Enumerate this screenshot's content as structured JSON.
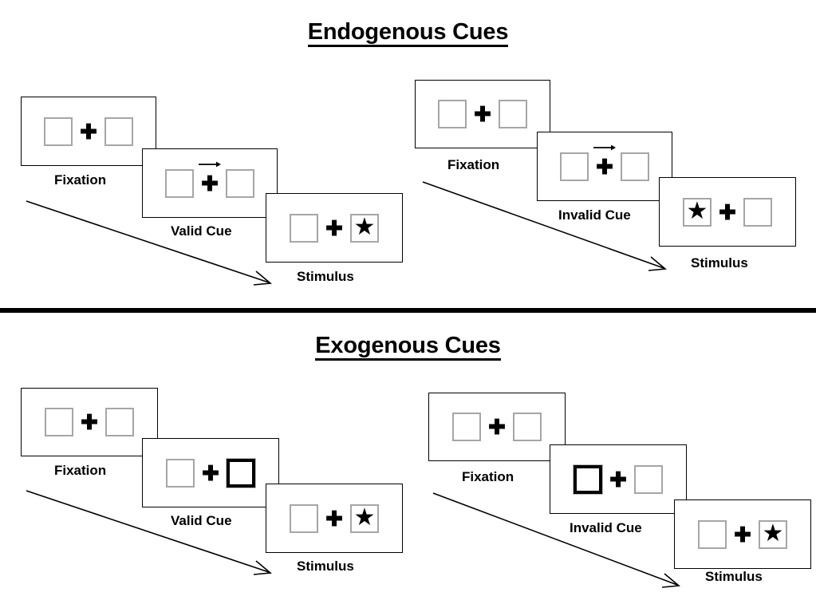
{
  "figure": {
    "sections": [
      {
        "id": "endogenous",
        "title": "Endogenous Cues",
        "flows": [
          {
            "id": "endogenous-valid",
            "steps": [
              {
                "caption": "Fixation",
                "left_square": {
                  "content": "",
                  "cued": false
                },
                "right_square": {
                  "content": "",
                  "cued": false
                },
                "cross": "✚",
                "cue_arrow": "none"
              },
              {
                "caption": "Valid Cue",
                "left_square": {
                  "content": "",
                  "cued": false
                },
                "right_square": {
                  "content": "",
                  "cued": false
                },
                "cross": "✚",
                "cue_arrow": "right"
              },
              {
                "caption": "Stimulus",
                "left_square": {
                  "content": "",
                  "cued": false
                },
                "right_square": {
                  "content": "★",
                  "cued": false
                },
                "cross": "✚",
                "cue_arrow": "none"
              }
            ]
          },
          {
            "id": "endogenous-invalid",
            "steps": [
              {
                "caption": "Fixation",
                "left_square": {
                  "content": "",
                  "cued": false
                },
                "right_square": {
                  "content": "",
                  "cued": false
                },
                "cross": "✚",
                "cue_arrow": "none"
              },
              {
                "caption": "Invalid Cue",
                "left_square": {
                  "content": "",
                  "cued": false
                },
                "right_square": {
                  "content": "",
                  "cued": false
                },
                "cross": "✚",
                "cue_arrow": "right"
              },
              {
                "caption": "Stimulus",
                "left_square": {
                  "content": "★",
                  "cued": false
                },
                "right_square": {
                  "content": "",
                  "cued": false
                },
                "cross": "✚",
                "cue_arrow": "none"
              }
            ]
          }
        ]
      },
      {
        "id": "exogenous",
        "title": "Exogenous Cues",
        "flows": [
          {
            "id": "exogenous-valid",
            "steps": [
              {
                "caption": "Fixation",
                "left_square": {
                  "content": "",
                  "cued": false
                },
                "right_square": {
                  "content": "",
                  "cued": false
                },
                "cross": "✚",
                "cue_arrow": "none"
              },
              {
                "caption": "Valid Cue",
                "left_square": {
                  "content": "",
                  "cued": false
                },
                "right_square": {
                  "content": "",
                  "cued": true
                },
                "cross": "✚",
                "cue_arrow": "none"
              },
              {
                "caption": "Stimulus",
                "left_square": {
                  "content": "",
                  "cued": false
                },
                "right_square": {
                  "content": "★",
                  "cued": false
                },
                "cross": "✚",
                "cue_arrow": "none"
              }
            ]
          },
          {
            "id": "exogenous-invalid",
            "steps": [
              {
                "caption": "Fixation",
                "left_square": {
                  "content": "",
                  "cued": false
                },
                "right_square": {
                  "content": "",
                  "cued": false
                },
                "cross": "✚",
                "cue_arrow": "none"
              },
              {
                "caption": "Invalid Cue",
                "left_square": {
                  "content": "",
                  "cued": true
                },
                "right_square": {
                  "content": "",
                  "cued": false
                },
                "cross": "✚",
                "cue_arrow": "none"
              },
              {
                "caption": "Stimulus",
                "left_square": {
                  "content": "",
                  "cued": false
                },
                "right_square": {
                  "content": "★",
                  "cued": false
                },
                "cross": "✚",
                "cue_arrow": "none"
              }
            ]
          }
        ]
      }
    ],
    "colors": {
      "square_border": "#a6a6a6",
      "cued_square_border": "#000000",
      "frame_border": "#000000",
      "divider": "#000000",
      "text": "#000000",
      "background": "#ffffff"
    }
  }
}
